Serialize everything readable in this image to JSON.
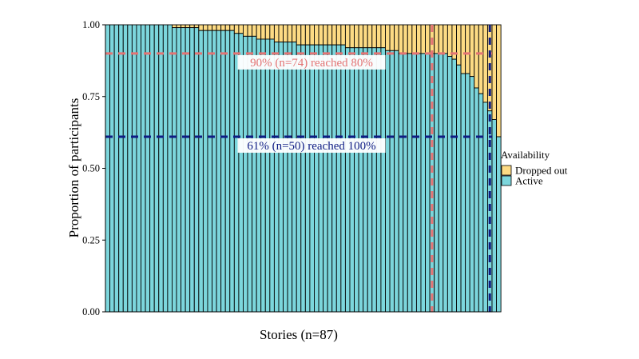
{
  "chart_data": {
    "type": "bar",
    "stacked": true,
    "xlabel": "Stories (n=87)",
    "ylabel": "Proportion of participants",
    "ylim": [
      0,
      1
    ],
    "y_ticks": [
      "0.00",
      "0.25",
      "0.50",
      "0.75",
      "1.00"
    ],
    "y_tick_values": [
      0,
      0.25,
      0.5,
      0.75,
      1
    ],
    "n_stories": 87,
    "legend": {
      "title": "Availability",
      "position": "right",
      "items": [
        {
          "label": "Dropped out",
          "color": "#FDDB84"
        },
        {
          "label": "Active",
          "color": "#7CD6DC"
        }
      ]
    },
    "series": [
      {
        "name": "Active",
        "color": "#7CD6DC",
        "values": [
          1,
          1,
          1,
          1,
          1,
          1,
          1,
          1,
          1,
          1,
          1,
          1,
          1,
          1,
          1,
          0.99,
          0.99,
          0.99,
          0.99,
          0.99,
          0.99,
          0.98,
          0.98,
          0.98,
          0.98,
          0.98,
          0.98,
          0.98,
          0.98,
          0.97,
          0.97,
          0.96,
          0.96,
          0.96,
          0.95,
          0.95,
          0.95,
          0.95,
          0.94,
          0.94,
          0.94,
          0.94,
          0.94,
          0.93,
          0.93,
          0.93,
          0.93,
          0.93,
          0.93,
          0.93,
          0.93,
          0.93,
          0.93,
          0.93,
          0.92,
          0.92,
          0.92,
          0.92,
          0.92,
          0.92,
          0.92,
          0.92,
          0.92,
          0.91,
          0.91,
          0.91,
          0.9,
          0.9,
          0.9,
          0.9,
          0.9,
          0.9,
          0.9,
          0.9,
          0.9,
          0.9,
          0.9,
          0.89,
          0.88,
          0.86,
          0.83,
          0.83,
          0.82,
          0.78,
          0.76,
          0.73,
          0.7,
          0.67,
          0.61
        ]
      },
      {
        "name": "Dropped out",
        "color": "#FDDB84",
        "fill_to": 1
      }
    ],
    "reference_lines": [
      {
        "type": "h",
        "y": 0.9,
        "color": "#E47474"
      },
      {
        "type": "v",
        "x": 74,
        "color": "#E47474"
      },
      {
        "type": "h",
        "y": 0.61,
        "color": "#0E1C84"
      },
      {
        "type": "v",
        "x": 87,
        "color": "#0E1C84"
      }
    ],
    "annotations": [
      {
        "text": "90% (n=74) reached 80%",
        "color": "#E47474",
        "y": 0.9
      },
      {
        "text": "61% (n=50) reached 100%",
        "color": "#0E1C84",
        "y": 0.61
      }
    ]
  }
}
